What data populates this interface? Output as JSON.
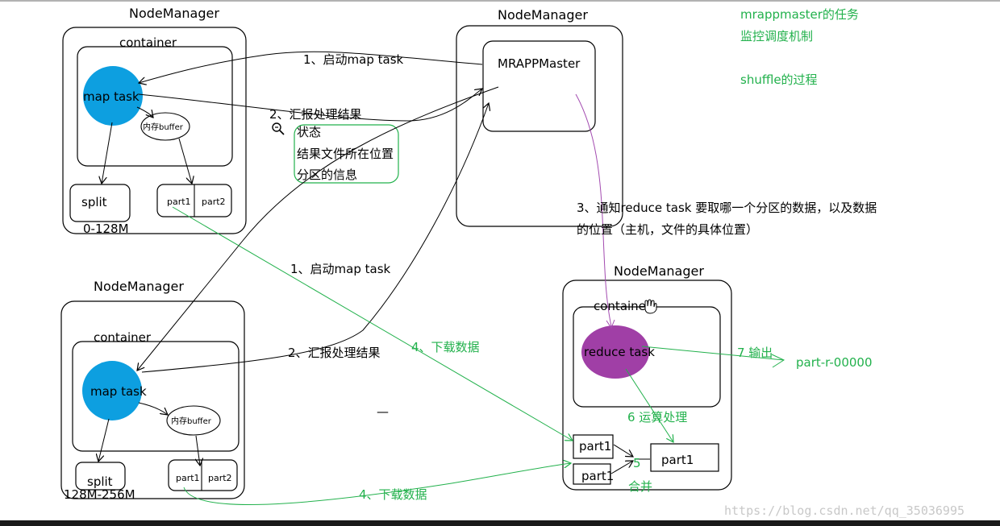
{
  "colors": {
    "mapTask": "#0d9fe0",
    "reduceTask": "#a03fa6",
    "green": "#22b14c",
    "purple": "#a34bb0",
    "black": "#000000"
  },
  "icons": {
    "zoom": "magnifier-zoom-out-icon",
    "cursor": "hand-cursor-icon"
  },
  "notes": {
    "line1": "mrappmaster的任务",
    "line2": "监控调度机制",
    "line3": "shuffle的过程"
  },
  "node1": {
    "title": "NodeManager",
    "container": "container",
    "mapTask": "map task",
    "buffer": "内存buffer",
    "split": "split",
    "part1": "part1",
    "part2": "part2",
    "range": "0-128M"
  },
  "master": {
    "title": "NodeManager",
    "label": "MRAPPMaster"
  },
  "node2": {
    "title": "NodeManager",
    "container": "container",
    "mapTask": "map task",
    "buffer": "内存buffer",
    "split": "split",
    "part1": "part1",
    "part2": "part2",
    "range": "128M-256M"
  },
  "node3": {
    "title": "NodeManager",
    "container": "containe",
    "reduceTask": "reduce task",
    "part1a": "part1",
    "part1b": "part1",
    "merged": "part1",
    "mergeNum": "5",
    "mergeLabel": "合并"
  },
  "labels": {
    "start1": "1、启动map task",
    "report1": "2、汇报处理结果",
    "statusLines": [
      "状态",
      "结果文件所在位置",
      "分区的信息"
    ],
    "start2": "1、启动map task",
    "report2": "2、汇报处理结果",
    "notify1": "3、通知reduce task 要取哪一个分区的数据，以及数据",
    "notify2": "的位置（主机，文件的具体位置）",
    "download1": "4、下载数据",
    "download2": "4、下载数据",
    "compute": "6 运算处理",
    "output": "7 输出",
    "outputFile": "part-r-00000",
    "dash": "—"
  },
  "watermark": "https://blog.csdn.net/qq_35036995"
}
